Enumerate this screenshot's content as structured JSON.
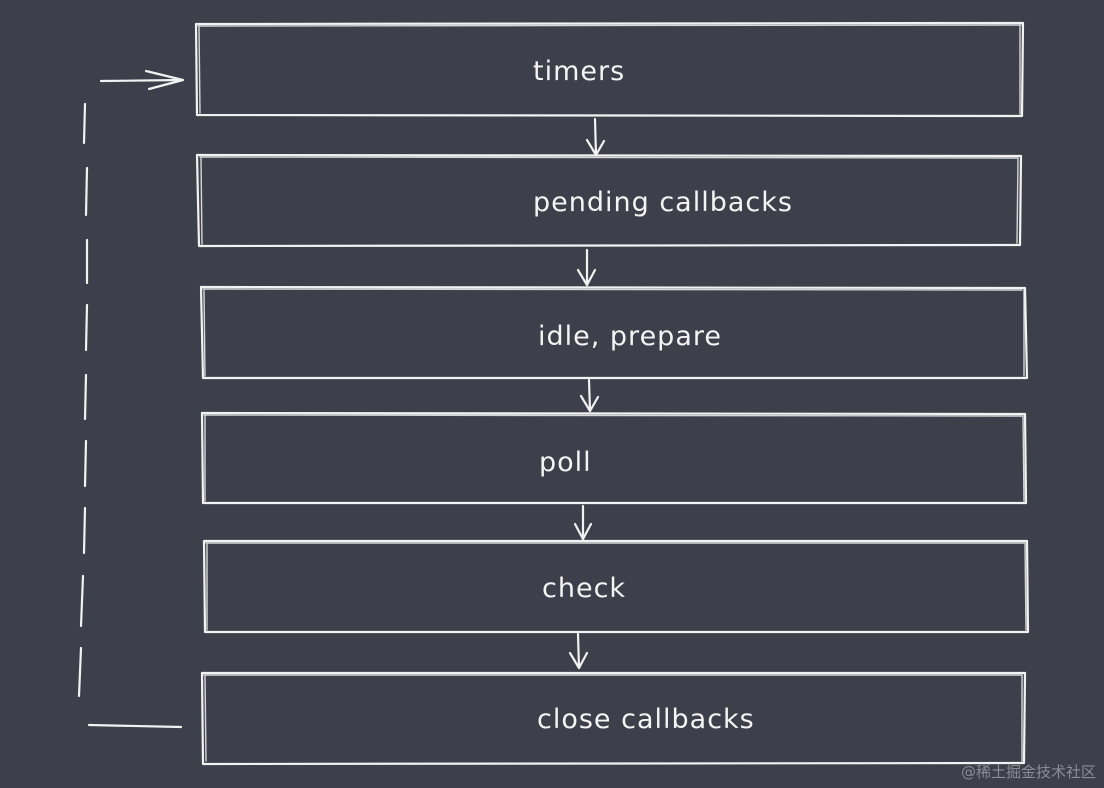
{
  "diagram": {
    "phases": [
      {
        "label": "timers"
      },
      {
        "label": "pending callbacks"
      },
      {
        "label": "idle, prepare"
      },
      {
        "label": "poll"
      },
      {
        "label": "check"
      },
      {
        "label": "close callbacks"
      }
    ],
    "colors": {
      "background": "#3d3f4a",
      "stroke": "#f2f2f2"
    }
  },
  "watermark": "@稀土掘金技术社区"
}
